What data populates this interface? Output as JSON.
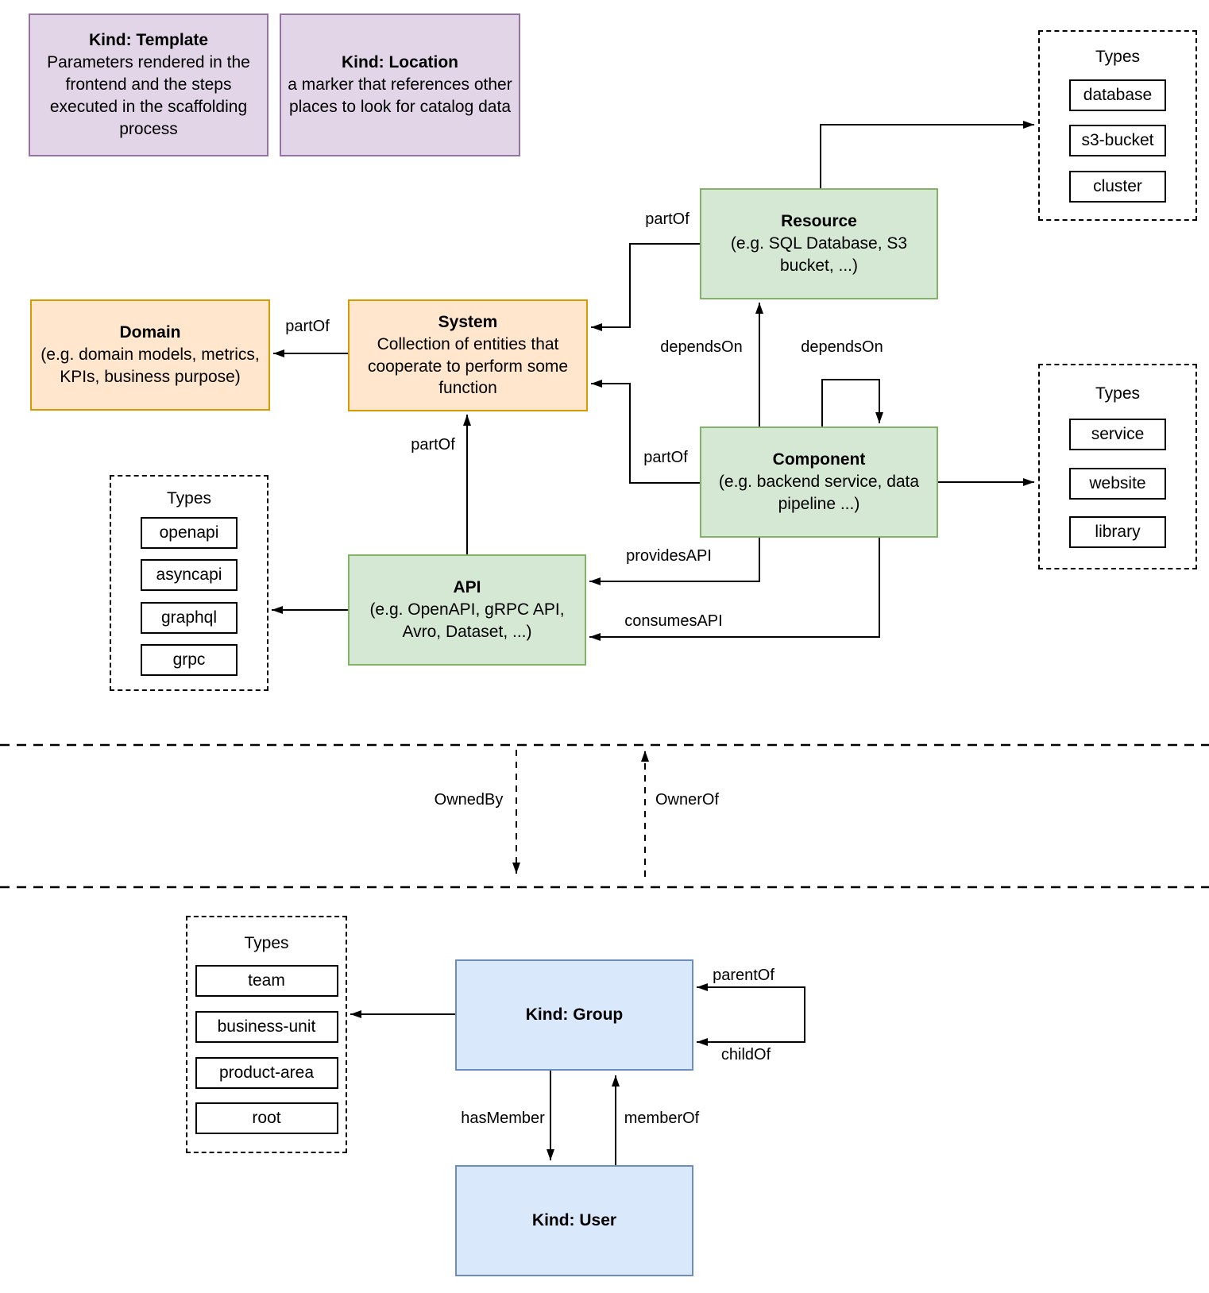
{
  "colors": {
    "purple_fill": "#e1d5e7",
    "purple_stroke": "#9673a6",
    "orange_fill": "#ffe6cc",
    "orange_stroke": "#d79b00",
    "green_fill": "#d5e8d4",
    "green_stroke": "#82b366",
    "blue_fill": "#dae8fc",
    "blue_stroke": "#6c8ebf",
    "line": "#000000",
    "background": "#ffffff"
  },
  "nodes": {
    "template": {
      "title": "Kind: Template",
      "description": "Parameters rendered in the frontend and the steps executed in  the scaffolding process"
    },
    "location": {
      "title": "Kind: Location",
      "description": "a marker that references other places to look for catalog data"
    },
    "resource": {
      "title": "Resource",
      "description": "(e.g. SQL Database, S3 bucket, ...)"
    },
    "domain": {
      "title": "Domain",
      "description": "(e.g.  domain models, metrics, KPIs, business purpose)"
    },
    "system": {
      "title": "System",
      "description": "Collection of entities that cooperate to perform some function"
    },
    "component": {
      "title": "Component",
      "description": "(e.g. backend service, data pipeline ...)"
    },
    "api": {
      "title": "API",
      "description": "(e.g. OpenAPI, gRPC API, Avro, Dataset, ...)"
    },
    "group": {
      "title": "Kind: Group"
    },
    "user": {
      "title": "Kind: User"
    }
  },
  "panels": {
    "resource_types": {
      "title": "Types",
      "items": [
        "database",
        "s3-bucket",
        "cluster"
      ]
    },
    "component_types": {
      "title": "Types",
      "items": [
        "service",
        "website",
        "library"
      ]
    },
    "api_types": {
      "title": "Types",
      "items": [
        "openapi",
        "asyncapi",
        "graphql",
        "grpc"
      ]
    },
    "group_types": {
      "title": "Types",
      "items": [
        "team",
        "business-unit",
        "product-area",
        "root"
      ]
    }
  },
  "edge_labels": {
    "resource_partof_system": "partOf",
    "component_dependson_resource": "dependsOn",
    "component_dependson_component": "dependsOn",
    "component_partof_system": "partOf",
    "system_partof_domain": "partOf",
    "api_partof_system": "partOf",
    "provides_api": "providesAPI",
    "consumes_api": "consumesAPI",
    "owned_by": "OwnedBy",
    "owner_of": "OwnerOf",
    "parent_of": "parentOf",
    "child_of": "childOf",
    "has_member": "hasMember",
    "member_of": "memberOf"
  }
}
